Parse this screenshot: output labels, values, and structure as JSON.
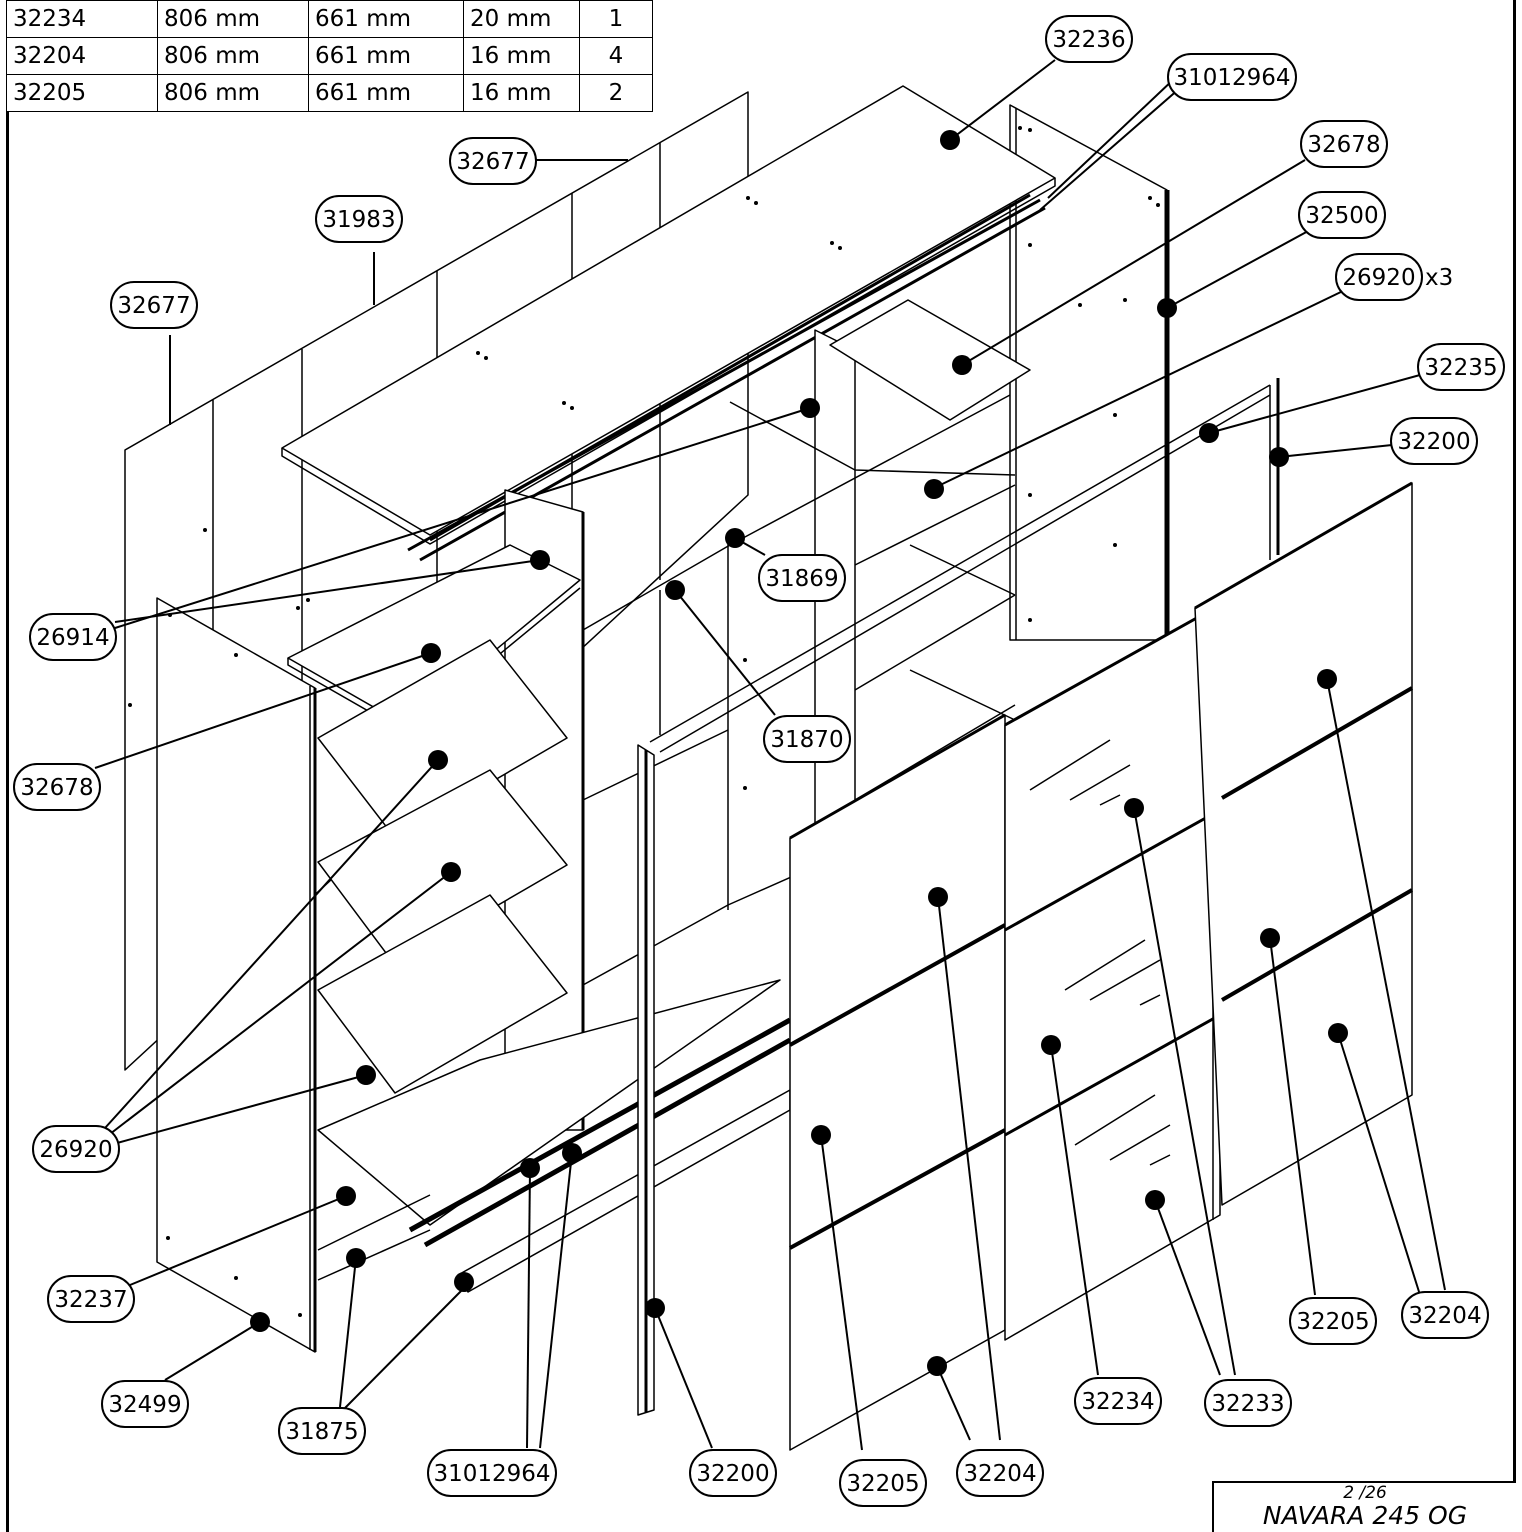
{
  "parts_table": {
    "rows": [
      {
        "code": "32234",
        "width": "806 mm",
        "height": "661 mm",
        "thickness": "20 mm",
        "qty": "1"
      },
      {
        "code": "32204",
        "width": "806 mm",
        "height": "661 mm",
        "thickness": "16 mm",
        "qty": "4"
      },
      {
        "code": "32205",
        "width": "806 mm",
        "height": "661 mm",
        "thickness": "16 mm",
        "qty": "2"
      }
    ]
  },
  "callouts": {
    "c32236": "32236",
    "c31012964_top": "31012964",
    "c32678_right": "32678",
    "c32500": "32500",
    "c26920x3": "26920",
    "x3_suffix": "x3",
    "c32235": "32235",
    "c32200_right": "32200",
    "c32677_top": "32677",
    "c31983": "31983",
    "c32677_left": "32677",
    "c31869": "31869",
    "c31870": "31870",
    "c26914": "26914",
    "c32678_left": "32678",
    "c26920_left": "26920",
    "c32237": "32237",
    "c32499": "32499",
    "c31875": "31875",
    "c31012964_bottom": "31012964",
    "c32200_bottom": "32200",
    "c32205_bottom": "32205",
    "c32204_bottom": "32204",
    "c32234": "32234",
    "c32233": "32233",
    "c32205_right": "32205",
    "c32204_right": "32204"
  },
  "title_block": {
    "page": "2 /26",
    "model": "NAVARA 245 OG"
  }
}
